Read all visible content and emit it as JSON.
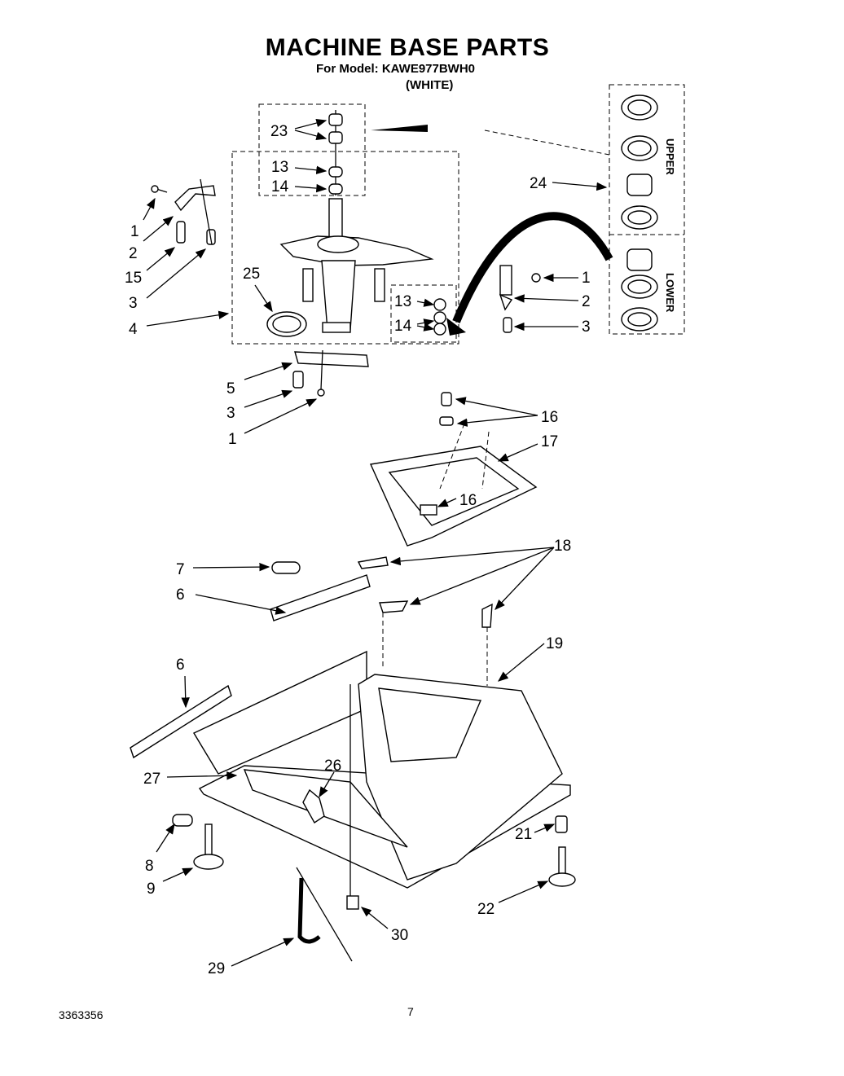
{
  "header": {
    "title": "MACHINE BASE PARTS",
    "model": "For Model: KAWE977BWH0",
    "color": "(WHITE)"
  },
  "footer": {
    "doc_number": "3363356",
    "page_number": "7"
  },
  "side_labels": {
    "upper": "UPPER",
    "lower": "LOWER"
  },
  "callouts": {
    "c23": "23",
    "c13a": "13",
    "c14a": "14",
    "c1a": "1",
    "c2a": "2",
    "c15": "15",
    "c3a": "3",
    "c4": "4",
    "c25": "25",
    "c13b": "13",
    "c14b": "14",
    "c1b": "1",
    "c2b": "2",
    "c3b": "3",
    "c24": "24",
    "c5": "5",
    "c3c": "3",
    "c1c": "1",
    "c16a": "16",
    "c17": "17",
    "c16b": "16",
    "c7": "7",
    "c6a": "6",
    "c18": "18",
    "c19": "19",
    "c6b": "6",
    "c27": "27",
    "c26": "26",
    "c21": "21",
    "c8": "8",
    "c9": "9",
    "c22": "22",
    "c30": "30",
    "c29": "29"
  }
}
